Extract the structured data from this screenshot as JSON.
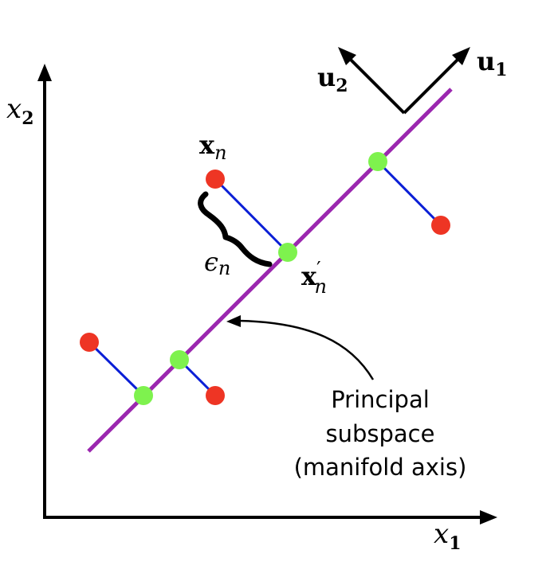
{
  "labels": {
    "x1_axis": "x",
    "x1_sub": "1",
    "x2_axis": "x",
    "x2_sub": "2",
    "u1": "u",
    "u1_sub": "1",
    "u2": "u",
    "u2_sub": "2",
    "xn": "x",
    "xn_sub": "n",
    "xn_prime": "x",
    "xn_prime_mark": "′",
    "xn_prime_sub": "n",
    "epsilon": "ϵ",
    "epsilon_sub": "n",
    "caption_line1": "Principal",
    "caption_line2": "subspace",
    "caption_line3": "(manifold axis)"
  },
  "colors": {
    "axes": "#000000",
    "principal_line": "#9b27af",
    "projection_lines": "#0b1fd6",
    "data_points": "#ee3524",
    "projected_points": "#7ef24e"
  }
}
